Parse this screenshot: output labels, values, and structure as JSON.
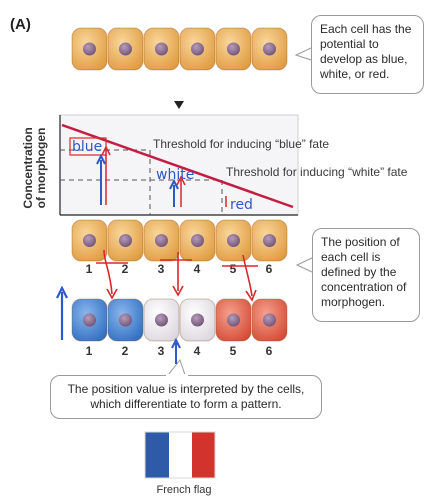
{
  "panel_label": "(A)",
  "top_callout": "Each cell has the potential to develop as blue, white, or red.",
  "y_axis_label_line1": "Concentration",
  "y_axis_label_line2": "of morphogen",
  "threshold_blue": "Threshold for inducing “blue” fate",
  "threshold_white": "Threshold for inducing “white” fate",
  "handwritten_labels": {
    "blue": "blue",
    "white": "white",
    "red": "red"
  },
  "position_callout": "The position of each cell is defined by the concentration of morphogen.",
  "bottom_callout": "The position value is interpreted by the cells, which differentiate to form a pattern.",
  "cell_numbers_row1": [
    "1",
    "2",
    "3",
    "4",
    "5",
    "6"
  ],
  "cell_numbers_row2": [
    "1",
    "2",
    "3",
    "4",
    "5",
    "6"
  ],
  "cell_fates": [
    "blue",
    "blue",
    "white",
    "white",
    "red",
    "red"
  ],
  "flag_label": "French flag",
  "colors": {
    "cell_tan": "#e8a850",
    "cell_blue": "#3f7fcf",
    "cell_white": "#f2eef2",
    "cell_red": "#dd5a45",
    "nucleus": "#8a6d8f",
    "gradient_line": "#c41d45",
    "annotation_blue": "#2f58c8",
    "annotation_red": "#d8282a",
    "flag_blue": "#2f5aa8",
    "flag_red": "#d2342d"
  }
}
